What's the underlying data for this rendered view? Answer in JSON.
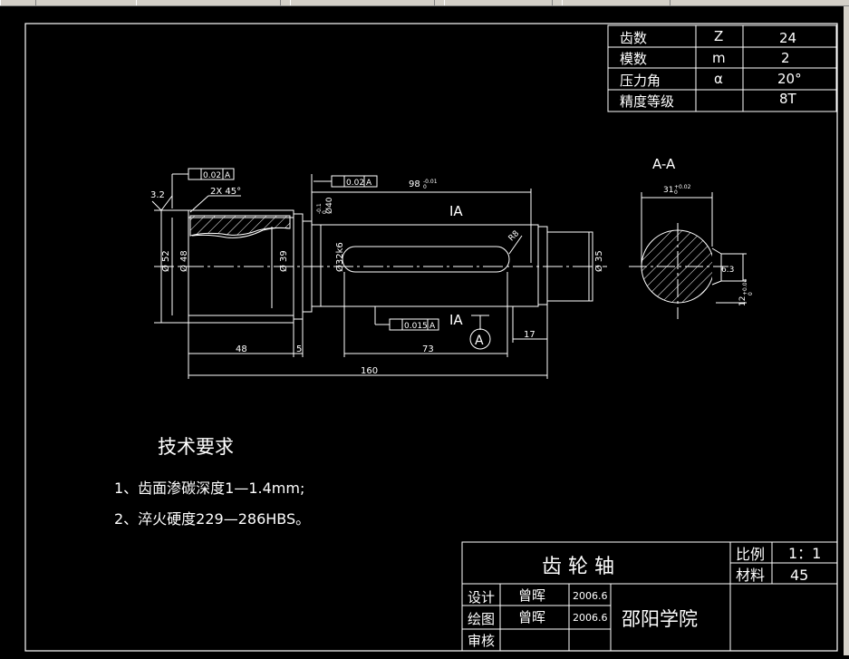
{
  "params_table": {
    "rows": [
      {
        "name": "齿数",
        "symbol": "Z",
        "value": "24"
      },
      {
        "name": "模数",
        "symbol": "m",
        "value": "2"
      },
      {
        "name": "压力角",
        "symbol": "α",
        "value": "20°"
      },
      {
        "name": "精度等级",
        "symbol": "",
        "value": "8T"
      }
    ]
  },
  "drawing": {
    "section_label": "A-A",
    "section_dim_width": "31",
    "section_dim_width_tol": "+0.02",
    "section_dim_width_tol_low": "0",
    "section_dim_depth": "12",
    "section_dim_depth_tol": "+0.04",
    "section_dim_depth_tol_low": "0",
    "section_dim_key": "6.3",
    "tol_frame_1": "0.02",
    "tol_frame_1_datum": "A",
    "tol_frame_2": "0.02",
    "tol_frame_2_datum": "A",
    "tol_frame_3": "0.015",
    "tol_frame_3_datum": "A",
    "chamfer": "2X 45°",
    "roughness": "3.2",
    "dim_98": "98",
    "dim_98_tol": "-0.01",
    "dim_98_tol_low": "0",
    "dim_d52": "Ø 52",
    "dim_d48": "Ø 48",
    "dim_d39": "Ø 39",
    "dim_d32": "Ø32k6",
    "dim_d35": "Ø 35",
    "dim_d40": "Ø40",
    "dim_d40_tol": "-0.1",
    "dim_d40_tol_low": "0",
    "dim_r": "R8",
    "dim_48": "48",
    "dim_5": "5",
    "dim_73": "73",
    "dim_17": "17",
    "dim_160": "160",
    "section_mark_top": "IA",
    "section_mark_bottom": "IA",
    "datum_label": "A"
  },
  "tech_req": {
    "title": "技术要求",
    "items": [
      "1、齿面渗碳深度1—1.4mm;",
      "2、淬火硬度229—286HBS。"
    ]
  },
  "title_block": {
    "part_name": "齿 轮 轴",
    "scale_label": "比例",
    "scale_value": "1：1",
    "material_label": "材料",
    "material_value": "45",
    "design_label": "设计",
    "design_person": "曾晖",
    "design_date": "2006.6",
    "draw_label": "绘图",
    "draw_person": "曾晖",
    "draw_date": "2006.6",
    "review_label": "审核",
    "institution": "邵阳学院"
  }
}
